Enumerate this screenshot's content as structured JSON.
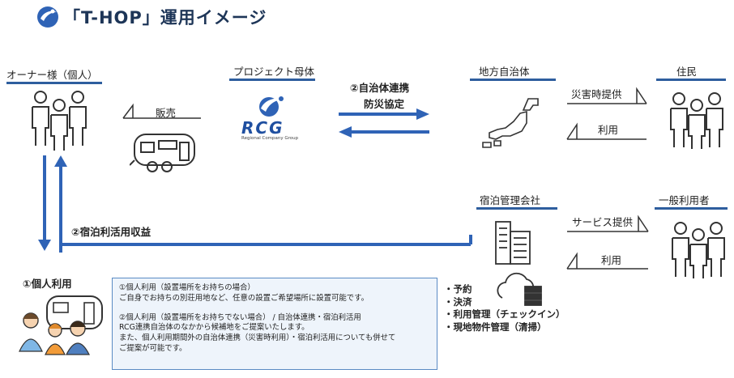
{
  "title": "「T-HOP」運用イメージ",
  "nodes": {
    "owner": "オーナー様（個人）",
    "parent": "プロジェクト母体",
    "municipality": "地方自治体",
    "residents": "住民",
    "lodging_company": "宿泊管理会社",
    "general_users": "一般利用者"
  },
  "logo": {
    "name": "RCG",
    "tagline": "Regional Company Group"
  },
  "flows": {
    "sale": "販売",
    "municipal_link_line1": "②自治体連携",
    "municipal_link_line2": "防災協定",
    "disaster_provision": "災害時提供",
    "residents_use": "利用",
    "lodging_income": "②宿泊利活用収益",
    "service_provision": "サービス提供",
    "general_use": "利用"
  },
  "personal_use_heading": "①個人利用",
  "note": {
    "line1": "①個人利用（設置場所をお持ちの場合）",
    "line2": "ご自身でお持ちの別荘用地など、任意の設置ご希望場所に設置可能です。",
    "line3": "②個人利用（設置場所をお持ちでない場合） / 自治体連携・宿泊利活用",
    "line4": "RCG連携自治体のなかから候補地をご提案いたします。",
    "line5": "また、個人利用期間外の自治体連携（災害時利用）・宿泊利活用についても併せて",
    "line6": "ご提案が可能です。"
  },
  "services": [
    "・予約",
    "・決済",
    "・利用管理（チェックイン）",
    "・現地物件管理（清掃）"
  ],
  "colors": {
    "accent_blue": "#2f63b6",
    "underline_blue": "#2e5e9e",
    "note_bg": "#eef4fb",
    "title_color": "#1d3557"
  }
}
